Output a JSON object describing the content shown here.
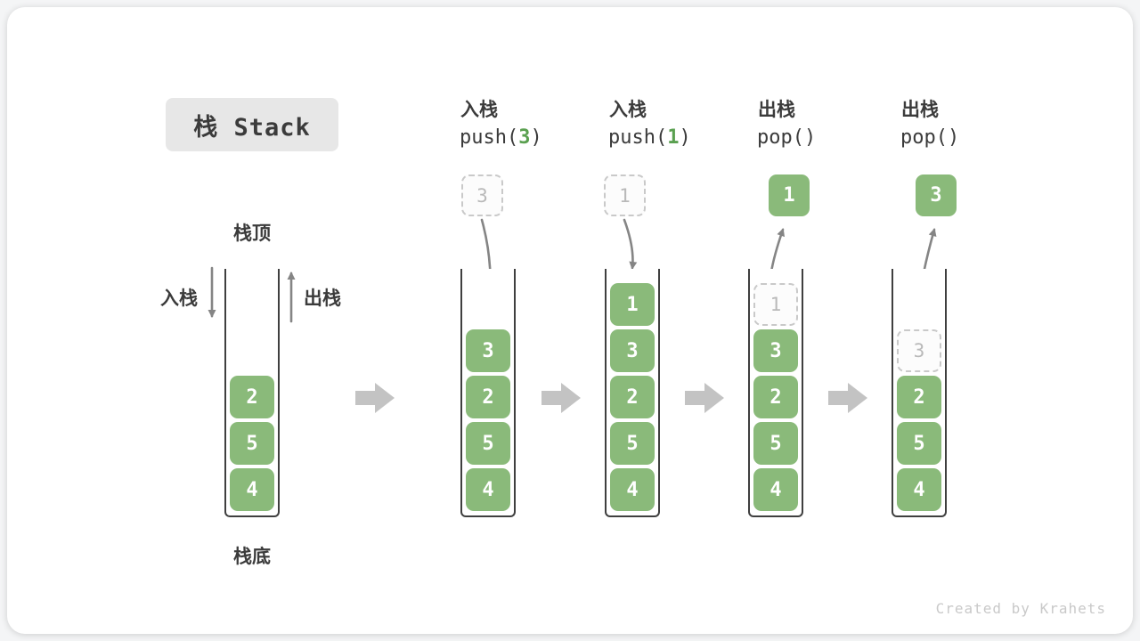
{
  "title": "栈 Stack",
  "footer": "Created by Krahets",
  "colors": {
    "cell_green": "#8aba7a",
    "accent_green": "#5aa050",
    "arrow_gray": "#858585",
    "block_arrow_gray": "#c3c3c3",
    "wall": "#3f3f3f",
    "ghost_border": "#c9c9c9",
    "ghost_text": "#b9b9b9",
    "text_dark": "#3b3b3b",
    "title_bg": "#e7e7e7",
    "footer_gray": "#c9c9c9"
  },
  "legend": {
    "stack_top": "栈顶",
    "stack_bottom": "栈底",
    "push": "入栈",
    "pop": "出栈"
  },
  "base_stack": {
    "cells": [
      "2",
      "5",
      "4"
    ]
  },
  "steps": [
    {
      "label": "入栈",
      "code_pre": "push(",
      "code_arg": "3",
      "code_post": ")",
      "floating": "3",
      "floating_kind": "dashed",
      "cells": [
        "3",
        "2",
        "5",
        "4"
      ]
    },
    {
      "label": "入栈",
      "code_pre": "push(",
      "code_arg": "1",
      "code_post": ")",
      "floating": "1",
      "floating_kind": "dashed",
      "cells": [
        "1",
        "3",
        "2",
        "5",
        "4"
      ]
    },
    {
      "label": "出栈",
      "code_pre": "pop(",
      "code_arg": "",
      "code_post": ")",
      "floating": "1",
      "floating_kind": "solid",
      "ghost": "1",
      "cells": [
        "3",
        "2",
        "5",
        "4"
      ]
    },
    {
      "label": "出栈",
      "code_pre": "pop(",
      "code_arg": "",
      "code_post": ")",
      "floating": "3",
      "floating_kind": "solid",
      "ghost": "3",
      "cells": [
        "2",
        "5",
        "4"
      ]
    }
  ]
}
